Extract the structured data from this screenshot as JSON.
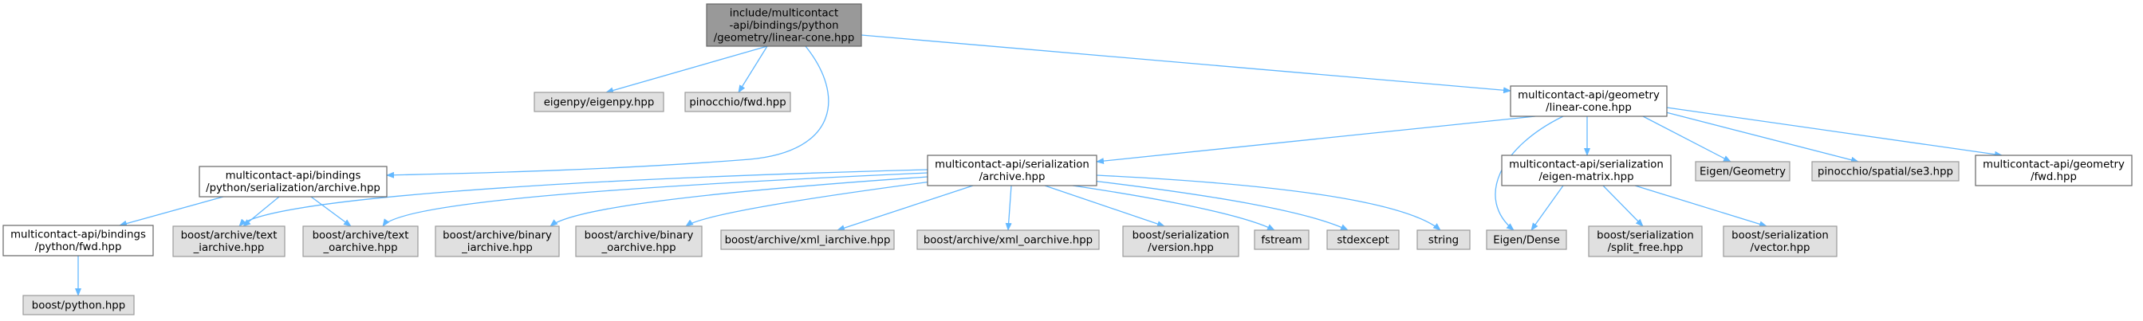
{
  "colors": {
    "root_fill": "#999999",
    "root_stroke": "#666666",
    "documented_fill": "#ffffff",
    "documented_stroke": "#666666",
    "external_fill": "#e0e0e0",
    "external_stroke": "#999999",
    "edge": "#63b8ff",
    "background": "#ffffff"
  },
  "nodes": [
    {
      "id": "root",
      "kind": "root",
      "lines": [
        "include/multicontact",
        "-api/bindings/python",
        "/geometry/linear-cone.hpp"
      ]
    },
    {
      "id": "eigenpy",
      "kind": "external",
      "lines": [
        "eigenpy/eigenpy.hpp"
      ]
    },
    {
      "id": "pinocchio_fwd",
      "kind": "external",
      "lines": [
        "pinocchio/fwd.hpp"
      ]
    },
    {
      "id": "geom_linear_cone",
      "kind": "documented",
      "lines": [
        "multicontact-api/geometry",
        "/linear-cone.hpp"
      ]
    },
    {
      "id": "bind_archive",
      "kind": "documented",
      "lines": [
        "multicontact-api/bindings",
        "/python/serialization/archive.hpp"
      ]
    },
    {
      "id": "ser_archive",
      "kind": "documented",
      "lines": [
        "multicontact-api/serialization",
        "/archive.hpp"
      ]
    },
    {
      "id": "eigen_matrix",
      "kind": "documented",
      "lines": [
        "multicontact-api/serialization",
        "/eigen-matrix.hpp"
      ]
    },
    {
      "id": "eigen_geometry",
      "kind": "external",
      "lines": [
        "Eigen/Geometry"
      ]
    },
    {
      "id": "pin_se3",
      "kind": "external",
      "lines": [
        "pinocchio/spatial/se3.hpp"
      ]
    },
    {
      "id": "geom_fwd",
      "kind": "documented",
      "lines": [
        "multicontact-api/geometry",
        "/fwd.hpp"
      ]
    },
    {
      "id": "bind_fwd",
      "kind": "documented",
      "lines": [
        "multicontact-api/bindings",
        "/python/fwd.hpp"
      ]
    },
    {
      "id": "text_iarchive",
      "kind": "external",
      "lines": [
        "boost/archive/text",
        "_iarchive.hpp"
      ]
    },
    {
      "id": "text_oarchive",
      "kind": "external",
      "lines": [
        "boost/archive/text",
        "_oarchive.hpp"
      ]
    },
    {
      "id": "binary_iarchive",
      "kind": "external",
      "lines": [
        "boost/archive/binary",
        "_iarchive.hpp"
      ]
    },
    {
      "id": "binary_oarchive",
      "kind": "external",
      "lines": [
        "boost/archive/binary",
        "_oarchive.hpp"
      ]
    },
    {
      "id": "xml_iarchive",
      "kind": "external",
      "lines": [
        "boost/archive/xml_iarchive.hpp"
      ]
    },
    {
      "id": "xml_oarchive",
      "kind": "external",
      "lines": [
        "boost/archive/xml_oarchive.hpp"
      ]
    },
    {
      "id": "ser_version",
      "kind": "external",
      "lines": [
        "boost/serialization",
        "/version.hpp"
      ]
    },
    {
      "id": "fstream",
      "kind": "external",
      "lines": [
        "fstream"
      ]
    },
    {
      "id": "stdexcept",
      "kind": "external",
      "lines": [
        "stdexcept"
      ]
    },
    {
      "id": "string",
      "kind": "external",
      "lines": [
        "string"
      ]
    },
    {
      "id": "eigen_dense",
      "kind": "external",
      "lines": [
        "Eigen/Dense"
      ]
    },
    {
      "id": "split_free",
      "kind": "external",
      "lines": [
        "boost/serialization",
        "/split_free.hpp"
      ]
    },
    {
      "id": "ser_vector",
      "kind": "external",
      "lines": [
        "boost/serialization",
        "/vector.hpp"
      ]
    },
    {
      "id": "boost_python",
      "kind": "external",
      "lines": [
        "boost/python.hpp"
      ]
    }
  ],
  "edges": [
    [
      "root",
      "eigenpy"
    ],
    [
      "root",
      "pinocchio_fwd"
    ],
    [
      "root",
      "bind_archive"
    ],
    [
      "root",
      "geom_linear_cone"
    ],
    [
      "geom_linear_cone",
      "ser_archive"
    ],
    [
      "geom_linear_cone",
      "eigen_dense"
    ],
    [
      "geom_linear_cone",
      "eigen_matrix"
    ],
    [
      "geom_linear_cone",
      "eigen_geometry"
    ],
    [
      "geom_linear_cone",
      "pin_se3"
    ],
    [
      "geom_linear_cone",
      "geom_fwd"
    ],
    [
      "bind_archive",
      "bind_fwd"
    ],
    [
      "bind_archive",
      "text_iarchive"
    ],
    [
      "bind_archive",
      "text_oarchive"
    ],
    [
      "ser_archive",
      "text_iarchive"
    ],
    [
      "ser_archive",
      "text_oarchive"
    ],
    [
      "ser_archive",
      "binary_iarchive"
    ],
    [
      "ser_archive",
      "binary_oarchive"
    ],
    [
      "ser_archive",
      "xml_iarchive"
    ],
    [
      "ser_archive",
      "xml_oarchive"
    ],
    [
      "ser_archive",
      "ser_version"
    ],
    [
      "ser_archive",
      "fstream"
    ],
    [
      "ser_archive",
      "stdexcept"
    ],
    [
      "ser_archive",
      "string"
    ],
    [
      "eigen_matrix",
      "eigen_dense"
    ],
    [
      "eigen_matrix",
      "split_free"
    ],
    [
      "eigen_matrix",
      "ser_vector"
    ],
    [
      "bind_fwd",
      "boost_python"
    ]
  ]
}
